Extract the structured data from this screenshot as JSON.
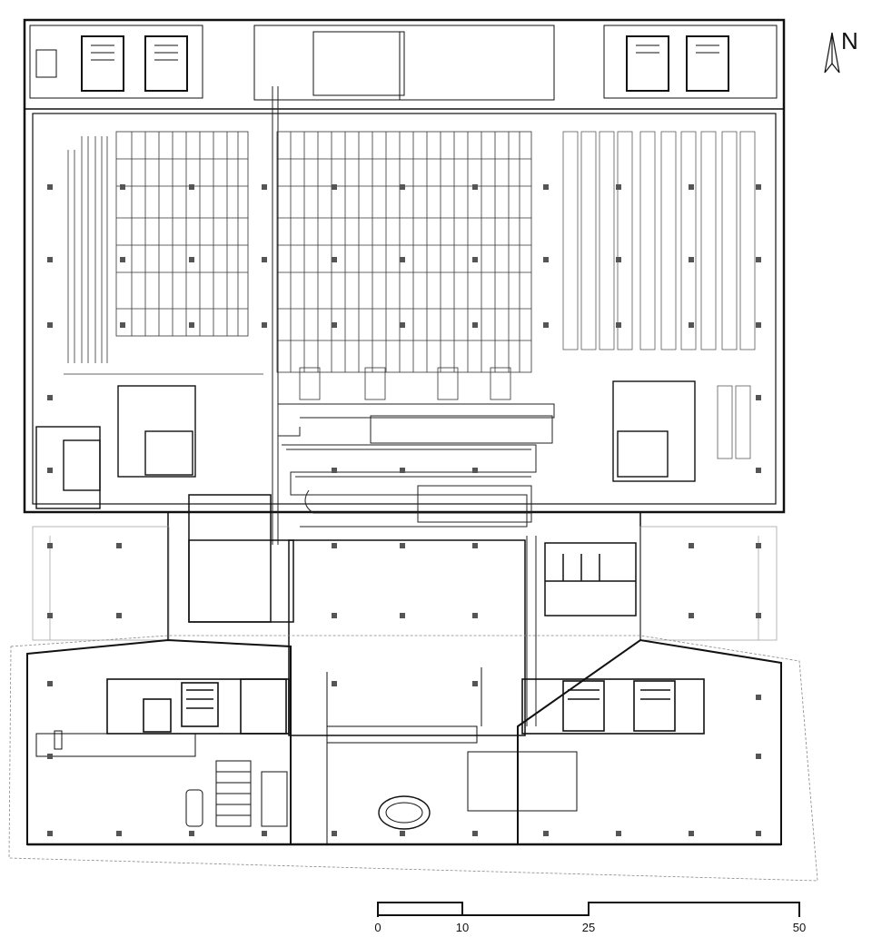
{
  "north_arrow": {
    "label": "N",
    "icon": "north-arrow-icon"
  },
  "scale_bar": {
    "ticks": [
      "0",
      "10",
      "25",
      "50"
    ]
  },
  "colors": {
    "line": "#111111",
    "light_line": "#9a9a9a",
    "column": "#555555"
  }
}
